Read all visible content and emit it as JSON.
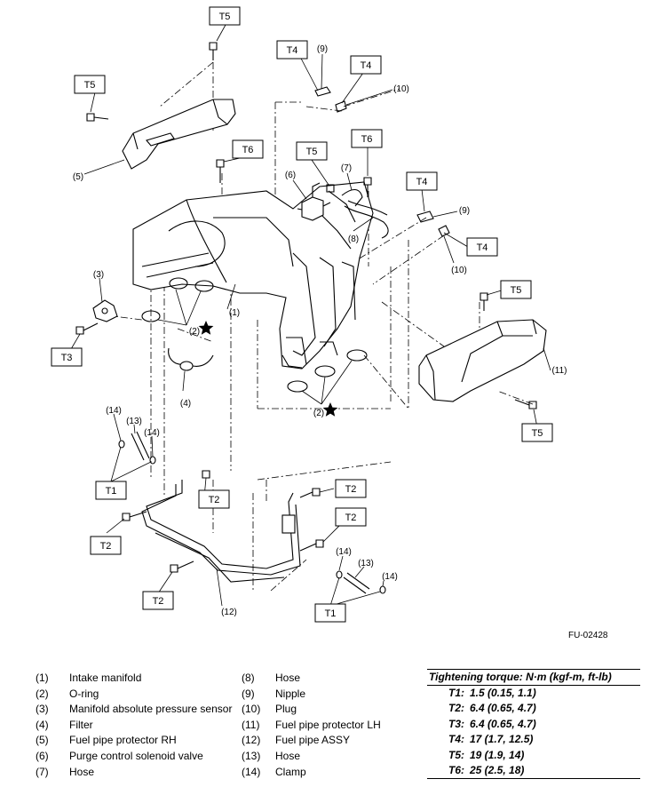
{
  "figure_code": "FU-02428",
  "legend_left": [
    {
      "num": "(1)",
      "name": "Intake manifold"
    },
    {
      "num": "(2)",
      "name": "O-ring"
    },
    {
      "num": "(3)",
      "name": "Manifold absolute pressure sensor"
    },
    {
      "num": "(4)",
      "name": "Filter"
    },
    {
      "num": "(5)",
      "name": "Fuel pipe protector RH"
    },
    {
      "num": "(6)",
      "name": "Purge control solenoid valve"
    },
    {
      "num": "(7)",
      "name": "Hose"
    }
  ],
  "legend_right": [
    {
      "num": "(8)",
      "name": "Hose"
    },
    {
      "num": "(9)",
      "name": "Nipple"
    },
    {
      "num": "(10)",
      "name": "Plug"
    },
    {
      "num": "(11)",
      "name": "Fuel pipe protector LH"
    },
    {
      "num": "(12)",
      "name": "Fuel pipe ASSY"
    },
    {
      "num": "(13)",
      "name": "Hose"
    },
    {
      "num": "(14)",
      "name": "Clamp"
    }
  ],
  "torque_table": {
    "header": "Tightening torque: N·m (kgf-m, ft-lb)",
    "rows": [
      {
        "code": "T1:",
        "value": "1.5 (0.15, 1.1)"
      },
      {
        "code": "T2:",
        "value": "6.4 (0.65, 4.7)"
      },
      {
        "code": "T3:",
        "value": "6.4 (0.65, 4.7)"
      },
      {
        "code": "T4:",
        "value": "17 (1.7, 12.5)"
      },
      {
        "code": "T5:",
        "value": "19 (1.9, 14)"
      },
      {
        "code": "T6:",
        "value": "25 (2.5, 18)"
      }
    ]
  },
  "diagram_labels": {
    "T1": "T1",
    "T2": "T2",
    "T3": "T3",
    "T4": "T4",
    "T5": "T5",
    "T6": "T6",
    "c1": "(1)",
    "c2": "(2)",
    "c3": "(3)",
    "c4": "(4)",
    "c5": "(5)",
    "c6": "(6)",
    "c7": "(7)",
    "c8": "(8)",
    "c9": "(9)",
    "c10": "(10)",
    "c11": "(11)",
    "c12": "(12)",
    "c13": "(13)",
    "c14": "(14)"
  }
}
